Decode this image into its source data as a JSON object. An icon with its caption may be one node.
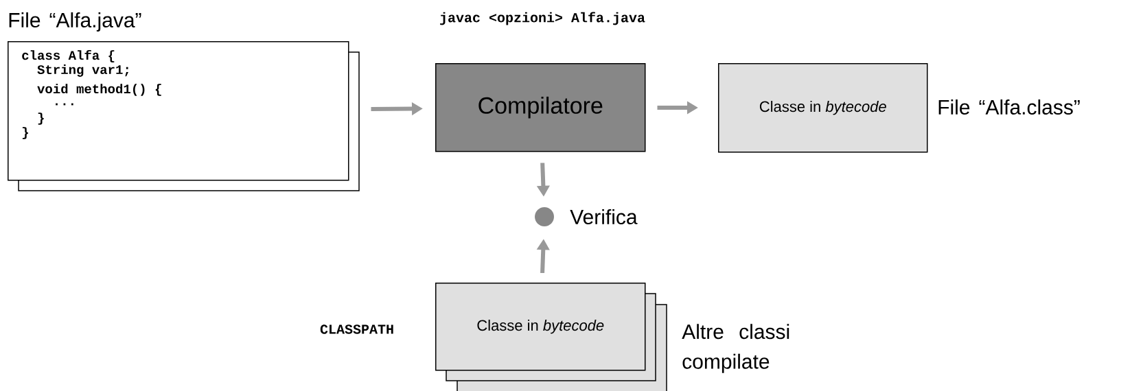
{
  "diagram": {
    "nodes": [
      {
        "text": [
          "class Alfa {",
          "String var1;",
          "void method1() {",
          "...",
          "}",
          "}"
        ],
        "beside": [
          "File “Alfa.java”"
        ]
      },
      {
        "text": [
          "Compilatore"
        ]
      },
      {
        "text": [
          "Classe in *bytecode*"
        ],
        "beside": [
          "File “Alfa.class”"
        ]
      },
      {
        "text": [],
        "shape": "circle",
        "beside": [
          "Verifica"
        ]
      },
      {
        "text": [
          "Classe in *bytecode*"
        ],
        "beside": [
          "Altre classi compilate"
        ]
      }
    ],
    "edges": [
      {
        "from": 0,
        "to": 1,
        "arrow": "to"
      },
      {
        "from": 1,
        "to": 2,
        "arrow": "to"
      },
      {
        "from": 1,
        "to": 3,
        "arrow": "to"
      },
      {
        "from": 4,
        "to": 3,
        "arrow": "to"
      }
    ],
    "labels": [
      "javac <opzioni> Alfa.java",
      "CLASSPATH"
    ]
  }
}
